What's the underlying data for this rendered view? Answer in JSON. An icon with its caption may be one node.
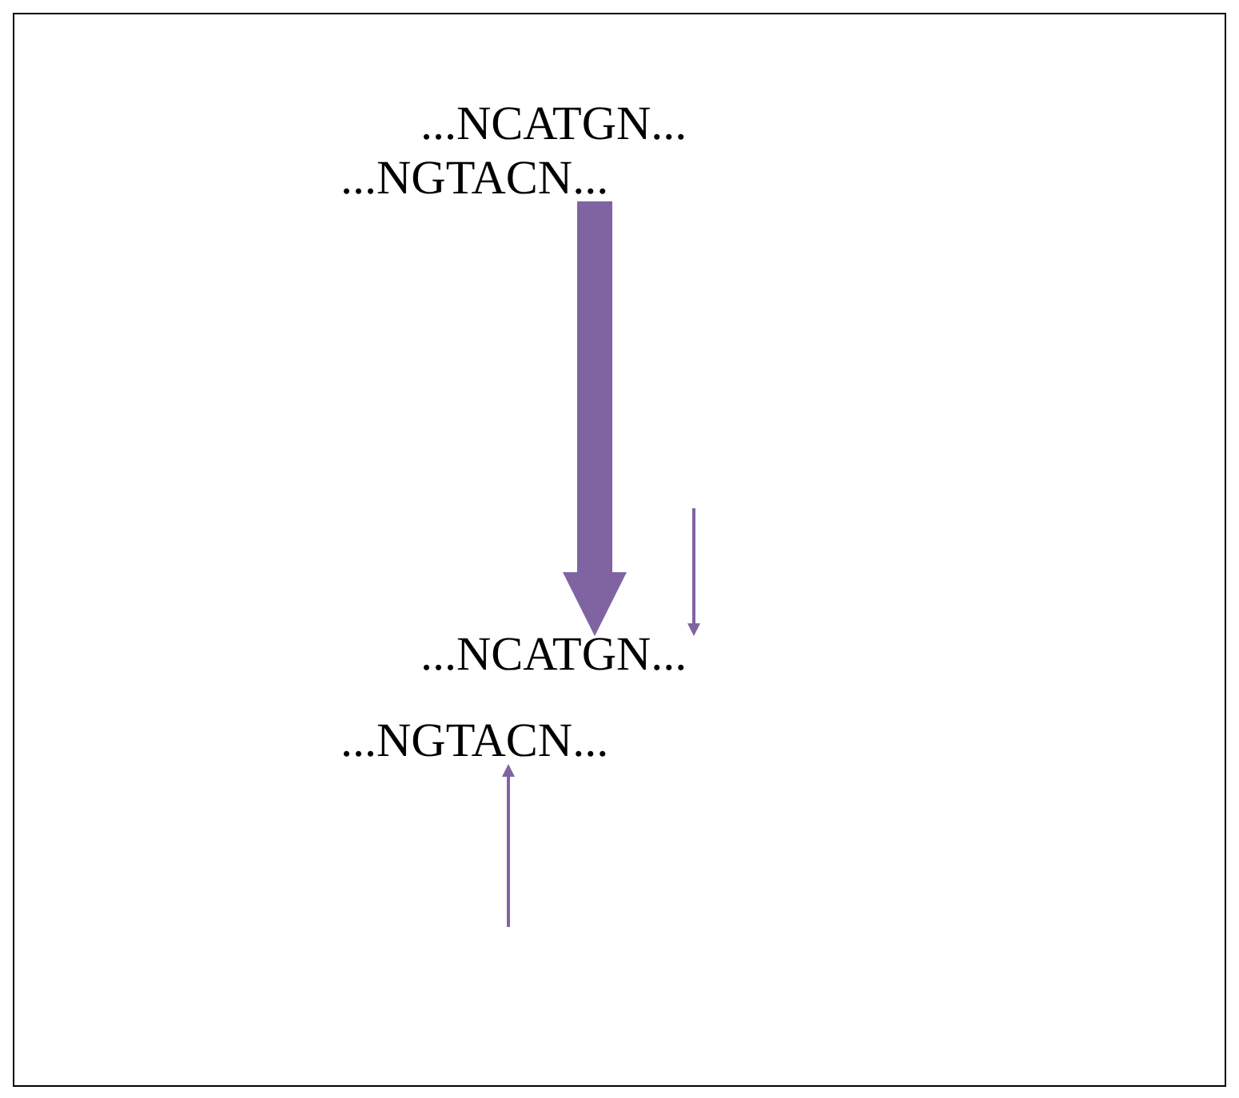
{
  "diagram": {
    "nodes": [
      {
        "text": [
          "...NCATGN..."
        ]
      },
      {
        "text": [
          "...NGTACN..."
        ]
      },
      {
        "text": [
          "...NCATGN..."
        ]
      },
      {
        "text": [
          "...NGTACN..."
        ]
      }
    ],
    "edges": [
      {
        "from": 1,
        "to": 2,
        "arrow": "to",
        "style": "thick"
      },
      {
        "from": null,
        "to": 2,
        "arrow": "to"
      },
      {
        "from": null,
        "to": 3,
        "arrow": "to"
      }
    ]
  }
}
